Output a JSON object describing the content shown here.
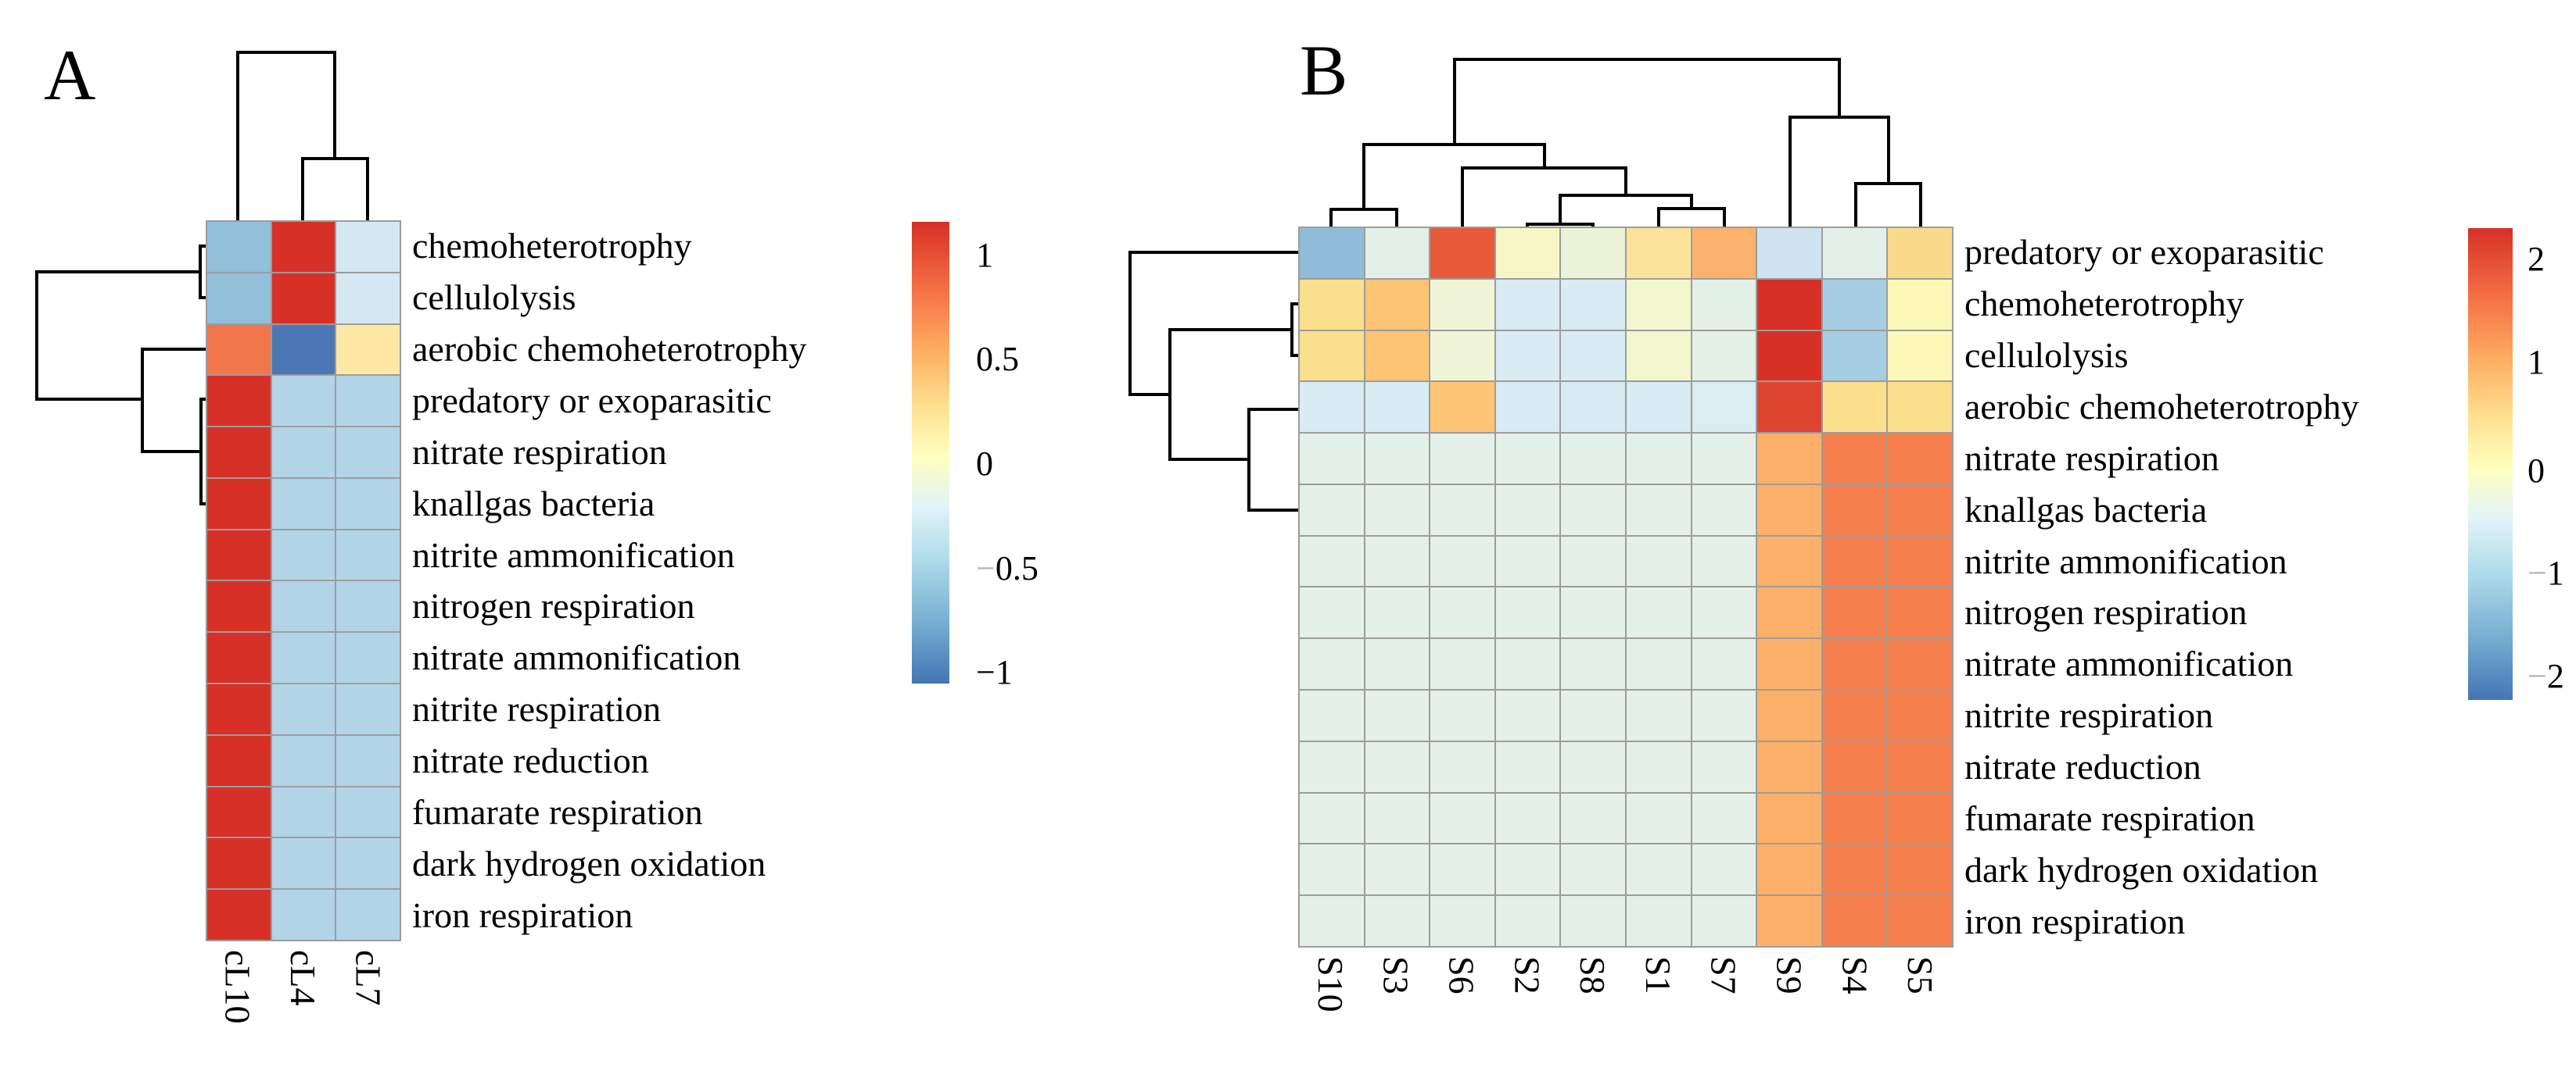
{
  "figure": {
    "background": "#ffffff",
    "grid_line_color": "#9c9c9c",
    "dendrogram_color": "#000000"
  },
  "panels": [
    {
      "id": "A",
      "label": "A",
      "columns": [
        "cL10",
        "cL4",
        "cL7"
      ],
      "rows": [
        "chemoheterotrophy",
        "cellulolysis",
        "aerobic chemoheterotrophy",
        "predatory or exoparasitic",
        "nitrate respiration",
        "knallgas bacteria",
        "nitrite ammonification",
        "nitrogen respiration",
        "nitrate ammonification",
        "nitrite respiration",
        "nitrate reduction",
        "fumarate respiration",
        "dark hydrogen oxidation",
        "iron respiration"
      ],
      "cell_colors": [
        [
          "#92bfda",
          "#d73027",
          "#d4e8f1"
        ],
        [
          "#92bfda",
          "#d73027",
          "#d4e8f1"
        ],
        [
          "#f0764b",
          "#4c77b6",
          "#fce8a2"
        ],
        [
          "#d73027",
          "#b2d4e7",
          "#b2d4e7"
        ],
        [
          "#d73027",
          "#b2d4e7",
          "#b2d4e7"
        ],
        [
          "#d73027",
          "#b2d4e7",
          "#b2d4e7"
        ],
        [
          "#d73027",
          "#b2d4e7",
          "#b2d4e7"
        ],
        [
          "#d73027",
          "#b2d4e7",
          "#b2d4e7"
        ],
        [
          "#d73027",
          "#b2d4e7",
          "#b2d4e7"
        ],
        [
          "#d73027",
          "#b2d4e7",
          "#b2d4e7"
        ],
        [
          "#d73027",
          "#b2d4e7",
          "#b2d4e7"
        ],
        [
          "#d73027",
          "#b2d4e7",
          "#b2d4e7"
        ],
        [
          "#d73027",
          "#b2d4e7",
          "#b2d4e7"
        ],
        [
          "#d73027",
          "#b2d4e7",
          "#b2d4e7"
        ]
      ],
      "colorbar": {
        "ticks": [
          {
            "label": "1",
            "pct": 7.3,
            "faint_minus": false
          },
          {
            "label": "0.5",
            "pct": 29.8,
            "faint_minus": false
          },
          {
            "label": "0",
            "pct": 52.4,
            "faint_minus": false
          },
          {
            "label": "-0.5",
            "pct": 75.1,
            "faint_minus": true
          },
          {
            "label": "-1",
            "pct": 97.6,
            "faint_minus": false
          }
        ],
        "gradient": [
          {
            "color": "#d73027",
            "pct": 0
          },
          {
            "color": "#f46d43",
            "pct": 14
          },
          {
            "color": "#fdae61",
            "pct": 28
          },
          {
            "color": "#fee090",
            "pct": 40
          },
          {
            "color": "#ffffbf",
            "pct": 51
          },
          {
            "color": "#e0f3f8",
            "pct": 62
          },
          {
            "color": "#abd9e9",
            "pct": 74
          },
          {
            "color": "#74add1",
            "pct": 87
          },
          {
            "color": "#4575b4",
            "pct": 100
          }
        ]
      },
      "dendrogram_col_segments": [
        [
          387,
          282,
          387,
          203
        ],
        [
          470,
          282,
          470,
          203
        ],
        [
          387,
          203,
          470,
          203
        ],
        [
          428,
          203,
          428,
          67
        ],
        [
          304,
          282,
          304,
          67
        ],
        [
          304,
          67,
          428,
          67
        ]
      ],
      "dendrogram_row_segments": [
        [
          256,
          315,
          263,
          315
        ],
        [
          256,
          381,
          263,
          381
        ],
        [
          256,
          315,
          256,
          381
        ],
        [
          47,
          348,
          256,
          348
        ],
        [
          47,
          348,
          47,
          511
        ],
        [
          47,
          511,
          182,
          511
        ],
        [
          182,
          447,
          182,
          578
        ],
        [
          182,
          447,
          263,
          447
        ],
        [
          182,
          578,
          257,
          578
        ],
        [
          257,
          511,
          257,
          645
        ],
        [
          257,
          511,
          263,
          511
        ],
        [
          257,
          645,
          263,
          645
        ]
      ]
    },
    {
      "id": "B",
      "label": "B",
      "columns": [
        "S10",
        "S3",
        "S6",
        "S2",
        "S8",
        "S1",
        "S7",
        "S9",
        "S4",
        "S5"
      ],
      "rows": [
        "predatory or exoparasitic",
        "chemoheterotrophy",
        "cellulolysis",
        "aerobic chemoheterotrophy",
        "nitrate respiration",
        "knallgas bacteria",
        "nitrite ammonification",
        "nitrogen respiration",
        "nitrate ammonification",
        "nitrite respiration",
        "nitrate reduction",
        "fumarate respiration",
        "dark hydrogen oxidation",
        "iron respiration"
      ],
      "cell_colors": [
        [
          "#8fbcd8",
          "#e3f0ea",
          "#e8593a",
          "#f7f7c6",
          "#eaf3d8",
          "#fbe49a",
          "#fbb26d",
          "#cfe3f0",
          "#e3f0ea",
          "#fbd98a"
        ],
        [
          "#fcdf8d",
          "#fdc473",
          "#f0f5d8",
          "#d9ebf3",
          "#d9ebf3",
          "#f4f6cf",
          "#e3f0e6",
          "#d73027",
          "#a6cde3",
          "#fbf8b8"
        ],
        [
          "#fcdf8d",
          "#fdc473",
          "#f0f5d8",
          "#d9ebf3",
          "#d9ebf3",
          "#f4f6cf",
          "#e3f0e6",
          "#d73027",
          "#a6cde3",
          "#fbf8b8"
        ],
        [
          "#d9ebf3",
          "#d9ebf3",
          "#fdc473",
          "#d9ebf3",
          "#d9ebf3",
          "#d9ebf3",
          "#dcedf2",
          "#dd4530",
          "#fcdf8d",
          "#fcdf8d"
        ],
        [
          "#e4f1e9",
          "#e4f1e9",
          "#e4f1e9",
          "#e4f1e9",
          "#e4f1e9",
          "#e4f1e9",
          "#e4f1e9",
          "#fdb069",
          "#f5804d",
          "#f5804d"
        ],
        [
          "#e4f1e9",
          "#e4f1e9",
          "#e4f1e9",
          "#e4f1e9",
          "#e4f1e9",
          "#e4f1e9",
          "#e4f1e9",
          "#fdb069",
          "#f5804d",
          "#f5804d"
        ],
        [
          "#e4f1e9",
          "#e4f1e9",
          "#e4f1e9",
          "#e4f1e9",
          "#e4f1e9",
          "#e4f1e9",
          "#e4f1e9",
          "#fdb069",
          "#f5804d",
          "#f5804d"
        ],
        [
          "#e4f1e9",
          "#e4f1e9",
          "#e4f1e9",
          "#e4f1e9",
          "#e4f1e9",
          "#e4f1e9",
          "#e4f1e9",
          "#fdb069",
          "#f5804d",
          "#f5804d"
        ],
        [
          "#e4f1e9",
          "#e4f1e9",
          "#e4f1e9",
          "#e4f1e9",
          "#e4f1e9",
          "#e4f1e9",
          "#e4f1e9",
          "#fdb069",
          "#f5804d",
          "#f5804d"
        ],
        [
          "#e4f1e9",
          "#e4f1e9",
          "#e4f1e9",
          "#e4f1e9",
          "#e4f1e9",
          "#e4f1e9",
          "#e4f1e9",
          "#fdb069",
          "#f5804d",
          "#f5804d"
        ],
        [
          "#e4f1e9",
          "#e4f1e9",
          "#e4f1e9",
          "#e4f1e9",
          "#e4f1e9",
          "#e4f1e9",
          "#e4f1e9",
          "#fdb069",
          "#f5804d",
          "#f5804d"
        ],
        [
          "#e4f1e9",
          "#e4f1e9",
          "#e4f1e9",
          "#e4f1e9",
          "#e4f1e9",
          "#e4f1e9",
          "#e4f1e9",
          "#fdb069",
          "#f5804d",
          "#f5804d"
        ],
        [
          "#e4f1e9",
          "#e4f1e9",
          "#e4f1e9",
          "#e4f1e9",
          "#e4f1e9",
          "#e4f1e9",
          "#e4f1e9",
          "#fdb069",
          "#f5804d",
          "#f5804d"
        ],
        [
          "#e4f1e9",
          "#e4f1e9",
          "#e4f1e9",
          "#e4f1e9",
          "#e4f1e9",
          "#e4f1e9",
          "#e4f1e9",
          "#fdb069",
          "#f5804d",
          "#f5804d"
        ]
      ],
      "colorbar": {
        "ticks": [
          {
            "label": "2",
            "pct": 6.6,
            "faint_minus": false
          },
          {
            "label": "1",
            "pct": 28.5,
            "faint_minus": false
          },
          {
            "label": "0",
            "pct": 51.5,
            "faint_minus": false
          },
          {
            "label": "-1",
            "pct": 73.2,
            "faint_minus": true
          },
          {
            "label": "-2",
            "pct": 95.0,
            "faint_minus": true
          }
        ],
        "gradient": [
          {
            "color": "#d73027",
            "pct": 0
          },
          {
            "color": "#f46d43",
            "pct": 14
          },
          {
            "color": "#fdae61",
            "pct": 28
          },
          {
            "color": "#fee090",
            "pct": 40
          },
          {
            "color": "#ffffbf",
            "pct": 51
          },
          {
            "color": "#e0f3f8",
            "pct": 62
          },
          {
            "color": "#abd9e9",
            "pct": 74
          },
          {
            "color": "#74add1",
            "pct": 87
          },
          {
            "color": "#4575b4",
            "pct": 100
          }
        ]
      },
      "dendrogram_col_segments": [
        [
          1702,
          290,
          1702,
          268
        ],
        [
          1786,
          290,
          1786,
          268
        ],
        [
          1702,
          268,
          1786,
          268
        ],
        [
          1744,
          268,
          1744,
          185
        ],
        [
          1953,
          290,
          1953,
          287
        ],
        [
          2037,
          290,
          2037,
          287
        ],
        [
          1953,
          287,
          2037,
          287
        ],
        [
          1995,
          287,
          1995,
          250
        ],
        [
          2121,
          290,
          2121,
          267
        ],
        [
          2205,
          290,
          2205,
          267
        ],
        [
          2121,
          267,
          2205,
          267
        ],
        [
          2163,
          267,
          2163,
          250
        ],
        [
          1995,
          250,
          2163,
          250
        ],
        [
          2079,
          250,
          2079,
          215
        ],
        [
          1870,
          290,
          1870,
          215
        ],
        [
          1870,
          215,
          2079,
          215
        ],
        [
          1975,
          215,
          1975,
          185
        ],
        [
          1744,
          185,
          1975,
          185
        ],
        [
          1860,
          185,
          1860,
          76
        ],
        [
          2373,
          290,
          2373,
          235
        ],
        [
          2456,
          290,
          2456,
          235
        ],
        [
          2373,
          235,
          2456,
          235
        ],
        [
          2415,
          235,
          2415,
          150
        ],
        [
          2289,
          290,
          2289,
          150
        ],
        [
          2289,
          150,
          2415,
          150
        ],
        [
          2352,
          150,
          2352,
          76
        ],
        [
          1860,
          76,
          2352,
          76
        ]
      ],
      "dendrogram_row_segments": [
        [
          1445,
          323,
          1658,
          323
        ],
        [
          1445,
          323,
          1445,
          505
        ],
        [
          1445,
          505,
          1496,
          505
        ],
        [
          1496,
          422,
          1496,
          588
        ],
        [
          1496,
          422,
          1652,
          422
        ],
        [
          1652,
          389,
          1652,
          455
        ],
        [
          1652,
          389,
          1660,
          389
        ],
        [
          1652,
          455,
          1660,
          455
        ],
        [
          1496,
          588,
          1597,
          588
        ],
        [
          1597,
          524,
          1597,
          653
        ],
        [
          1597,
          524,
          1660,
          524
        ],
        [
          1597,
          653,
          1660,
          653
        ]
      ]
    }
  ],
  "chart_data": [
    {
      "type": "heatmap",
      "title": "A",
      "columns": [
        "cL10",
        "cL4",
        "cL7"
      ],
      "rows": [
        "chemoheterotrophy",
        "cellulolysis",
        "aerobic chemoheterotrophy",
        "predatory or exoparasitic",
        "nitrate respiration",
        "knallgas bacteria",
        "nitrite ammonification",
        "nitrogen respiration",
        "nitrate ammonification",
        "nitrite respiration",
        "nitrate reduction",
        "fumarate respiration",
        "dark hydrogen oxidation",
        "iron respiration"
      ],
      "values": [
        [
          -0.55,
          1.15,
          -0.3
        ],
        [
          -0.55,
          1.15,
          -0.3
        ],
        [
          0.8,
          -1.1,
          0.3
        ],
        [
          1.15,
          -0.45,
          -0.45
        ],
        [
          1.15,
          -0.45,
          -0.45
        ],
        [
          1.15,
          -0.45,
          -0.45
        ],
        [
          1.15,
          -0.45,
          -0.45
        ],
        [
          1.15,
          -0.45,
          -0.45
        ],
        [
          1.15,
          -0.45,
          -0.45
        ],
        [
          1.15,
          -0.45,
          -0.45
        ],
        [
          1.15,
          -0.45,
          -0.45
        ],
        [
          1.15,
          -0.45,
          -0.45
        ],
        [
          1.15,
          -0.45,
          -0.45
        ],
        [
          1.15,
          -0.45,
          -0.45
        ]
      ],
      "colorbar_ticks": [
        1,
        0.5,
        0,
        -0.5,
        -1
      ],
      "value_range": [
        -1.15,
        1.15
      ],
      "colormap": "RdYlBu reversed (red = high, blue = low)",
      "legend_position": "right",
      "col_clustering": "(cL10,(cL4,cL7))",
      "row_clustering": "((chemoheterotrophy,cellulolysis),(aerobic chemoheterotrophy,(remaining 11 rows)))"
    },
    {
      "type": "heatmap",
      "title": "B",
      "columns": [
        "S10",
        "S3",
        "S6",
        "S2",
        "S8",
        "S1",
        "S7",
        "S9",
        "S4",
        "S5"
      ],
      "rows": [
        "predatory or exoparasitic",
        "chemoheterotrophy",
        "cellulolysis",
        "aerobic chemoheterotrophy",
        "nitrate respiration",
        "knallgas bacteria",
        "nitrite ammonification",
        "nitrogen respiration",
        "nitrate ammonification",
        "nitrite respiration",
        "nitrate reduction",
        "fumarate respiration",
        "dark hydrogen oxidation",
        "iron respiration"
      ],
      "values": [
        [
          -1.0,
          -0.3,
          1.7,
          0.05,
          -0.15,
          0.5,
          1.0,
          -0.5,
          -0.3,
          0.6
        ],
        [
          0.6,
          0.85,
          -0.1,
          -0.45,
          -0.45,
          0.0,
          -0.25,
          2.1,
          -0.8,
          0.1
        ],
        [
          0.6,
          0.85,
          -0.1,
          -0.45,
          -0.45,
          0.0,
          -0.25,
          2.1,
          -0.8,
          0.1
        ],
        [
          -0.45,
          -0.45,
          0.85,
          -0.45,
          -0.45,
          -0.45,
          -0.4,
          1.9,
          0.6,
          0.6
        ],
        [
          -0.25,
          -0.25,
          -0.25,
          -0.25,
          -0.25,
          -0.25,
          -0.25,
          1.0,
          1.4,
          1.4
        ],
        [
          -0.25,
          -0.25,
          -0.25,
          -0.25,
          -0.25,
          -0.25,
          -0.25,
          1.0,
          1.4,
          1.4
        ],
        [
          -0.25,
          -0.25,
          -0.25,
          -0.25,
          -0.25,
          -0.25,
          -0.25,
          1.0,
          1.4,
          1.4
        ],
        [
          -0.25,
          -0.25,
          -0.25,
          -0.25,
          -0.25,
          -0.25,
          -0.25,
          1.0,
          1.4,
          1.4
        ],
        [
          -0.25,
          -0.25,
          -0.25,
          -0.25,
          -0.25,
          -0.25,
          -0.25,
          1.0,
          1.4,
          1.4
        ],
        [
          -0.25,
          -0.25,
          -0.25,
          -0.25,
          -0.25,
          -0.25,
          -0.25,
          1.0,
          1.4,
          1.4
        ],
        [
          -0.25,
          -0.25,
          -0.25,
          -0.25,
          -0.25,
          -0.25,
          -0.25,
          1.0,
          1.4,
          1.4
        ],
        [
          -0.25,
          -0.25,
          -0.25,
          -0.25,
          -0.25,
          -0.25,
          -0.25,
          1.0,
          1.4,
          1.4
        ],
        [
          -0.25,
          -0.25,
          -0.25,
          -0.25,
          -0.25,
          -0.25,
          -0.25,
          1.0,
          1.4,
          1.4
        ],
        [
          -0.25,
          -0.25,
          -0.25,
          -0.25,
          -0.25,
          -0.25,
          -0.25,
          1.0,
          1.4,
          1.4
        ]
      ],
      "colorbar_ticks": [
        2,
        1,
        0,
        -1,
        -2
      ],
      "value_range": [
        -2.1,
        2.1
      ],
      "colormap": "RdYlBu reversed (red = high, blue = low)",
      "legend_position": "right",
      "col_clustering": "(((S10,S3),(S6,((S2,S8),(S1,S7)))),(S9,(S4,S5)))",
      "row_clustering": "(predatory or exoparasitic,((chemoheterotrophy,cellulolysis),(aerobic chemoheterotrophy,(remaining 10 rows))))"
    }
  ]
}
